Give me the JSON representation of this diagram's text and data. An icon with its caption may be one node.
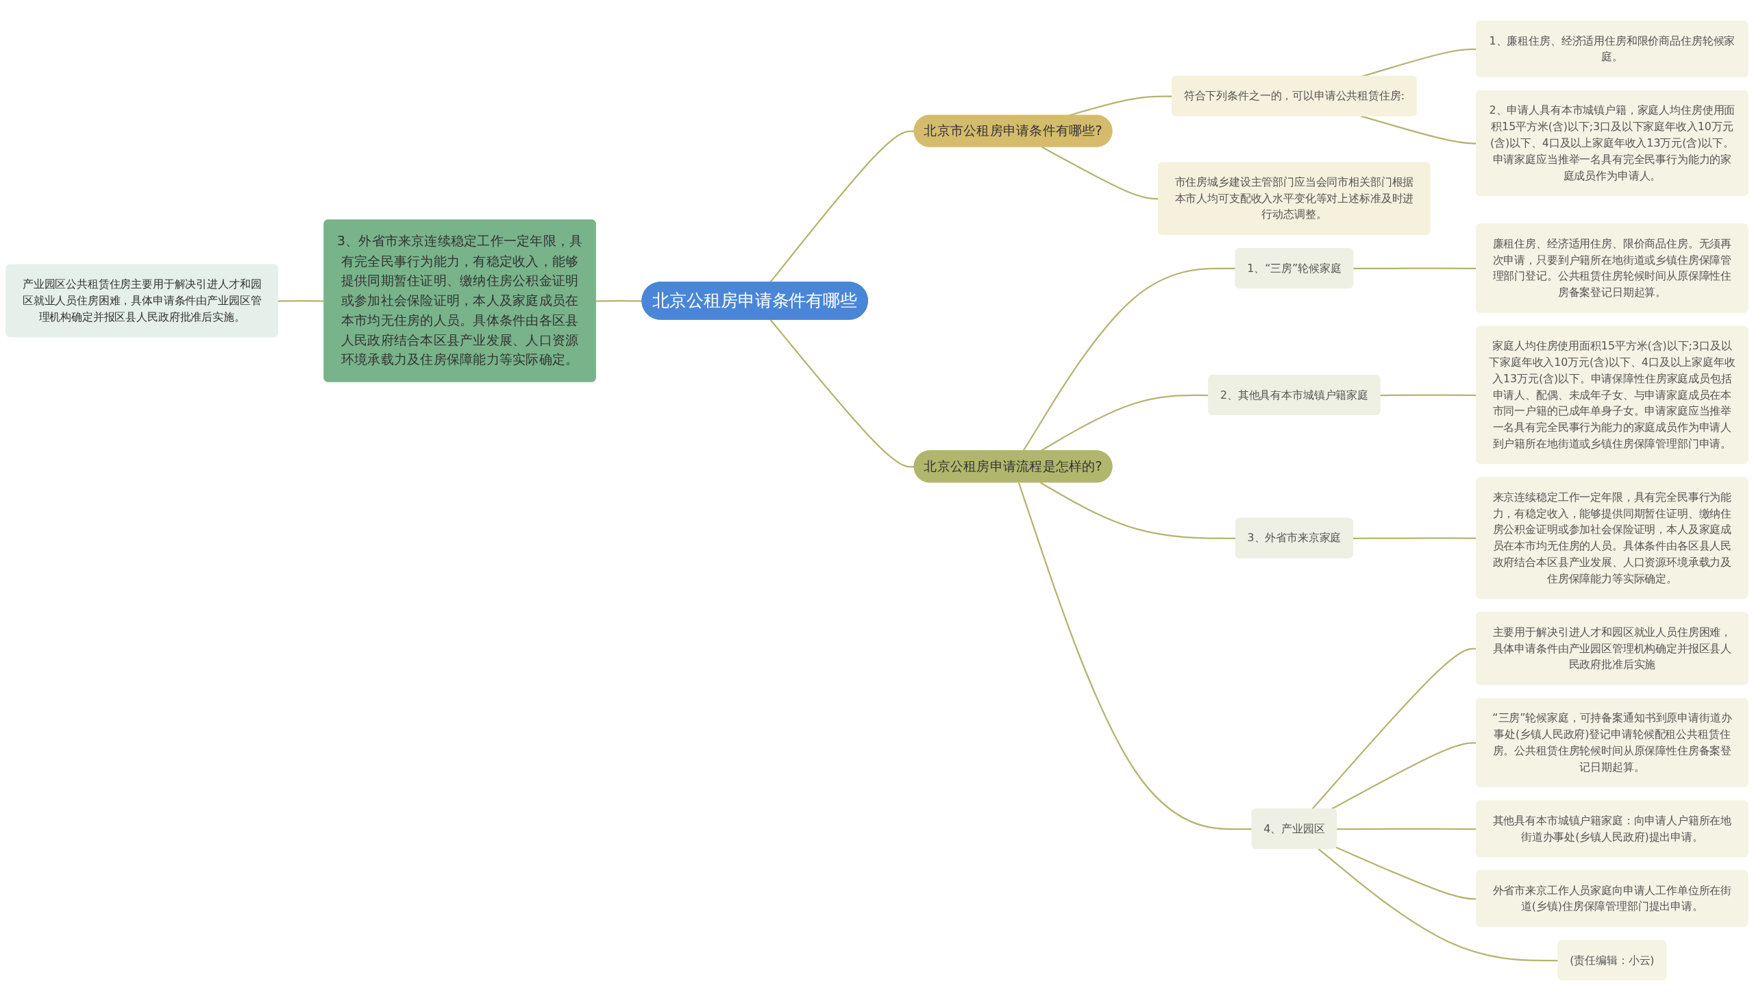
{
  "diagram": {
    "nodes": [
      {
        "text": [
          "北京公租房申请条件有哪些"
        ]
      },
      {
        "text": [
          "北京市公租房申请条件有哪些?"
        ]
      },
      {
        "text": [
          "符合下列条件之一的，可以申请公共租赁住房:"
        ]
      },
      {
        "text": [
          "1、廉租住房、经济适用住房和限价商品住房轮候家庭。"
        ]
      },
      {
        "text": [
          "2、申请人具有本市城镇户籍，家庭人均住房使用面积15平方米(含)以下;3口及以下家庭年收入10万元(含)以下、4口及以上家庭年收入13万元(含)以下。申请家庭应当推举一名具有完全民事行为能力的家庭成员作为申请人。"
        ]
      },
      {
        "text": [
          "市住房城乡建设主管部门应当会同市相关部门根据本市人均可支配收入水平变化等对上述标准及时进行动态调整。"
        ]
      },
      {
        "text": [
          "北京公租房申请流程是怎样的?"
        ]
      },
      {
        "text": [
          "1、“三房”轮候家庭"
        ]
      },
      {
        "text": [
          "廉租住房、经济适用住房、限价商品住房。无须再次申请，只要到户籍所在地街道或乡镇住房保障管理部门登记。公共租赁住房轮候时间从原保障性住房备案登记日期起算。"
        ]
      },
      {
        "text": [
          "2、其他具有本市城镇户籍家庭"
        ]
      },
      {
        "text": [
          "家庭人均住房使用面积15平方米(含)以下;3口及以下家庭年收入10万元(含)以下、4口及以上家庭年收入13万元(含)以下。申请保障性住房家庭成员包括申请人、配偶、未成年子女、与申请家庭成员在本市同一户籍的已成年单身子女。申请家庭应当推举一名具有完全民事行为能力的家庭成员作为申请人到户籍所在地街道或乡镇住房保障管理部门申请。"
        ]
      },
      {
        "text": [
          "3、外省市来京家庭"
        ]
      },
      {
        "text": [
          "来京连续稳定工作一定年限，具有完全民事行为能力，有稳定收入，能够提供同期暂住证明、缴纳住房公积金证明或参加社会保险证明，本人及家庭成员在本市均无住房的人员。具体条件由各区县人民政府结合本区县产业发展、人口资源环境承载力及住房保障能力等实际确定。"
        ]
      },
      {
        "text": [
          "4、产业园区"
        ]
      },
      {
        "text": [
          "主要用于解决引进人才和园区就业人员住房困难，具体申请条件由产业园区管理机构确定并报区县人民政府批准后实施"
        ]
      },
      {
        "text": [
          "“三房”轮候家庭，可持备案通知书到原申请街道办事处(乡镇人民政府)登记申请轮候配租公共租赁住房。公共租赁住房轮候时间从原保障性住房备案登记日期起算。"
        ]
      },
      {
        "text": [
          "其他具有本市城镇户籍家庭：向申请人户籍所在地街道办事处(乡镇人民政府)提出申请。"
        ]
      },
      {
        "text": [
          "外省市来京工作人员家庭向申请人工作单位所在街道(乡镇)住房保障管理部门提出申请。"
        ]
      },
      {
        "text": [
          "(责任编辑：小云)"
        ]
      },
      {
        "text": [
          "3、外省市来京连续稳定工作一定年限，具有完全民事行为能力，有稳定收入，能够提供同期暂住证明、缴纳住房公积金证明或参加社会保险证明，本人及家庭成员在本市均无住房的人员。具体条件由各区县人民政府结合本区县产业发展、人口资源环境承载力及住房保障能力等实际确定。"
        ]
      },
      {
        "text": [
          "产业园区公共租赁住房主要用于解决引进人才和园区就业人员住房困难，具体申请条件由产业园区管理机构确定并报区县人民政府批准后实施。"
        ]
      }
    ],
    "edges": [
      {
        "from": 0,
        "to": 1,
        "arrow": "none"
      },
      {
        "from": 1,
        "to": 2,
        "arrow": "none"
      },
      {
        "from": 2,
        "to": 3,
        "arrow": "none"
      },
      {
        "from": 2,
        "to": 4,
        "arrow": "none"
      },
      {
        "from": 1,
        "to": 5,
        "arrow": "none"
      },
      {
        "from": 0,
        "to": 6,
        "arrow": "none"
      },
      {
        "from": 6,
        "to": 7,
        "arrow": "none"
      },
      {
        "from": 7,
        "to": 8,
        "arrow": "none"
      },
      {
        "from": 6,
        "to": 9,
        "arrow": "none"
      },
      {
        "from": 9,
        "to": 10,
        "arrow": "none"
      },
      {
        "from": 6,
        "to": 11,
        "arrow": "none"
      },
      {
        "from": 11,
        "to": 12,
        "arrow": "none"
      },
      {
        "from": 6,
        "to": 13,
        "arrow": "none"
      },
      {
        "from": 13,
        "to": 14,
        "arrow": "none"
      },
      {
        "from": 13,
        "to": 15,
        "arrow": "none"
      },
      {
        "from": 13,
        "to": 16,
        "arrow": "none"
      },
      {
        "from": 13,
        "to": 17,
        "arrow": "none"
      },
      {
        "from": 13,
        "to": 18,
        "arrow": "none"
      },
      {
        "from": 0,
        "to": 19,
        "arrow": "none"
      },
      {
        "from": 19,
        "to": 20,
        "arrow": "none"
      }
    ]
  }
}
